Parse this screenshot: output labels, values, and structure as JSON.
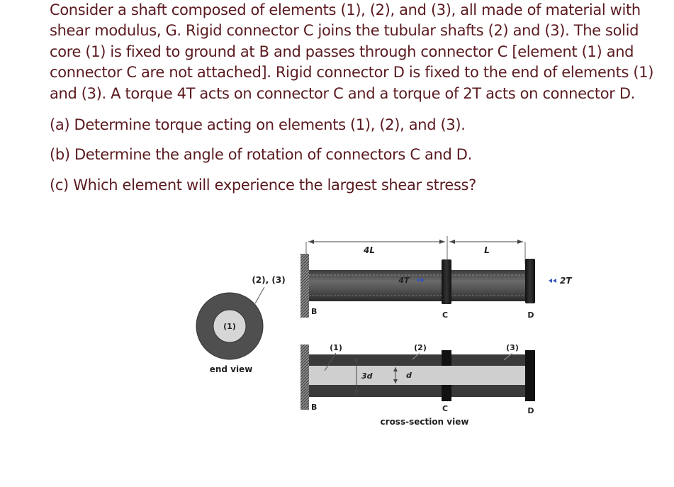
{
  "problem": {
    "intro": "Consider a shaft composed of elements (1), (2), and (3), all made of material with shear modulus, G. Rigid connector C joins the tubular shafts (2) and (3). The solid core (1) is fixed to ground at B and passes through connector C [element (1) and connector C are not attached]. Rigid connector D is fixed to the end of elements (1) and (3). A torque 4T acts on connector C and a torque of 2T acts on connector D.",
    "questions": [
      "(a) Determine torque acting on elements (1), (2), and (3).",
      "(b) Determine the angle of rotation of connectors C and D.",
      "(c) Which element will experience the largest shear stress?"
    ]
  },
  "figure": {
    "end_view": {
      "outer_label": "(2), (3)",
      "core_label": "(1)",
      "caption": "end view"
    },
    "top_view": {
      "dim_left": "4L",
      "dim_right": "L",
      "torque_c": "4T",
      "torque_d": "2T",
      "label_b": "B",
      "label_c": "C",
      "label_d": "D"
    },
    "section_view": {
      "label_1": "(1)",
      "label_2": "(2)",
      "label_3": "(3)",
      "dim_outer": "3d",
      "dim_inner": "d",
      "label_b": "B",
      "label_c": "C",
      "label_d": "D",
      "caption": "cross-section view"
    }
  }
}
